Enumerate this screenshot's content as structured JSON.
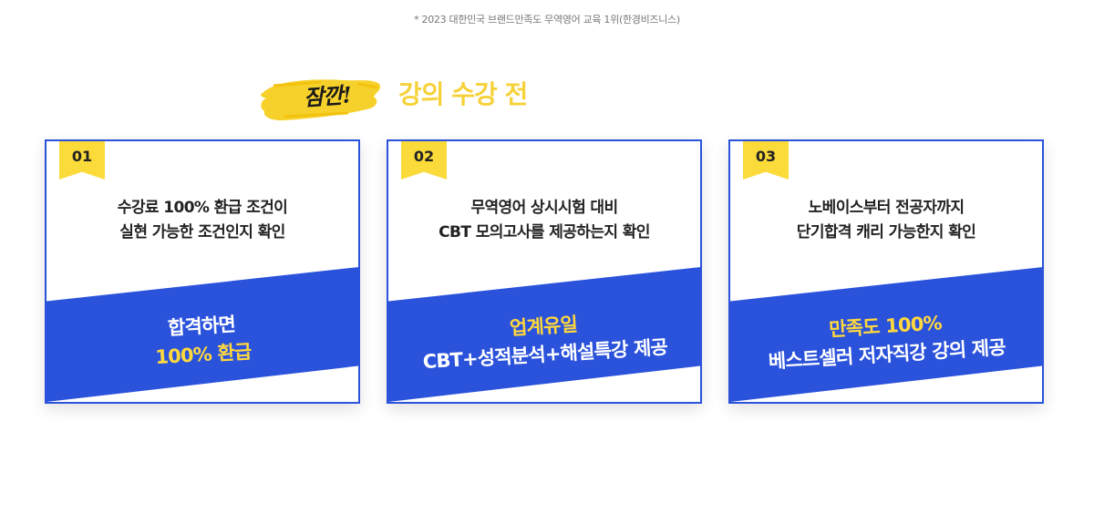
{
  "footnote": "* 2023 대한민국 브랜드만족도 무역영어 교육 1위(한경비즈니스)",
  "heading": {
    "script_word": "잠깐!",
    "title": "강의 수강 전"
  },
  "colors": {
    "brand_blue": "#2b52db",
    "accent_yellow": "#fbdb3a",
    "title_yellow": "#f6d23a"
  },
  "cards": [
    {
      "number": "01",
      "desc_line1": "수강료 100% 환급 조건이",
      "desc_line2": "실현 가능한 조건인지 확인",
      "highlight_line1": "합격하면",
      "highlight_line2": "100% 환급"
    },
    {
      "number": "02",
      "desc_line1": "무역영어 상시시험 대비",
      "desc_line2": "CBT 모의고사를 제공하는지 확인",
      "highlight_line1": "업계유일",
      "highlight_line2": "CBT+성적분석+해설특강 제공"
    },
    {
      "number": "03",
      "desc_line1": "노베이스부터 전공자까지",
      "desc_line2": "단기합격 캐리 가능한지 확인",
      "highlight_line1": "만족도 100%",
      "highlight_line2": "베스트셀러 저자직강 강의 제공"
    }
  ]
}
